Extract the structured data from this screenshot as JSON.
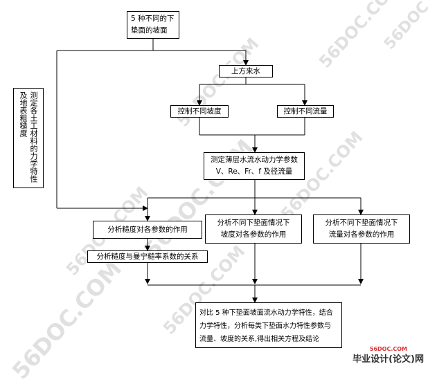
{
  "nodes": {
    "start": [
      "5 种不同的下",
      "垫面的坡面"
    ],
    "water": [
      "上方来水"
    ],
    "slope_ctrl": [
      "控制不同坡度"
    ],
    "flow_ctrl": [
      "控制不同流量"
    ],
    "measure": [
      "测定薄层水流水动力学参数",
      "V、Re、Fr、f 及径流量"
    ],
    "roughness": [
      "分析糙度对各参数的作用"
    ],
    "manning": [
      "分析糙度与曼宁糙率系数的关系"
    ],
    "slope_effect": [
      "分析不同下垫面情况下",
      "坡度对各参数的作用"
    ],
    "flow_effect": [
      "分析不同下垫面情况下",
      "流量对各参数的作用"
    ],
    "conclusion": [
      "对比 5 种下垫面坡面流水动力学特性，结合",
      "力学特性，分析每类下垫面水力特性参数与",
      "流量、坡度的关系,得出相关方程及结论"
    ],
    "side_note": [
      "测定各土工材料的力学特性",
      "及地表粗糙度"
    ]
  },
  "watermark": "56DOC.COM",
  "brand": {
    "main": "毕业设计(论文)网",
    "url": "56DOC.COM"
  }
}
